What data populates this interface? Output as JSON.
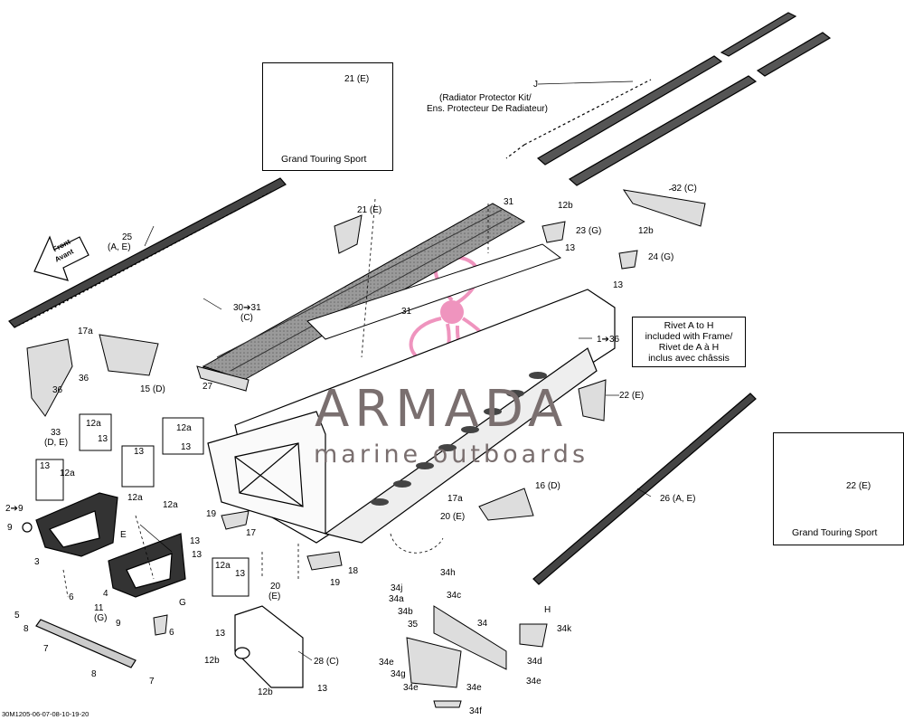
{
  "watermark": {
    "brand": "ARMADA",
    "tagline": "marine outboards",
    "logo_color": "#e23d8a"
  },
  "document_id": "30M1205-06-07-08-10-19-20",
  "front_arrow": {
    "en": "Front",
    "fr": "Avant"
  },
  "callout_boxes": {
    "top": {
      "part": "21 (E)",
      "title": "Grand Touring Sport"
    },
    "right": {
      "part": "22 (E)",
      "title": "Grand Touring Sport"
    }
  },
  "radiator_kit": {
    "letter": "J",
    "line1": "(Radiator Protector Kit/",
    "line2": "Ens. Protecteur De Radiateur)"
  },
  "rivet_note": {
    "line1": "Rivet A to H",
    "line2": "included with Frame/",
    "line3": "Rivet de A à H",
    "line4": "inclus avec châssis"
  },
  "labels": {
    "l25": "25",
    "l25sub": "(A, E)",
    "l21": "21 (E)",
    "l31a": "31",
    "l12b_a": "12b",
    "l23": "23 (G)",
    "l13_a": "13",
    "l32": "32 (C)",
    "l12b_b": "12b",
    "l24": "24 (G)",
    "l13_b": "13",
    "l30": "30➔31",
    "l30sub": "(C)",
    "l31b": "31",
    "l1_36": "1➔36",
    "l17a_a": "17a",
    "l36_a": "36",
    "l15": "15 (D)",
    "l27": "27",
    "l36_b": "36",
    "l33": "33",
    "l33sub": "(D, E)",
    "l22": "22 (E)",
    "l12a_1": "12a",
    "l13_1": "13",
    "l12a_2": "12a",
    "l13_2": "13",
    "l13_box3a": "13",
    "l12a_box3": "12a",
    "l13_box4": "13",
    "l12a_box4": "12a",
    "l2_9": "2➔9",
    "l9_a": "9",
    "l3": "3",
    "l12a_s": "12a",
    "l13_s": "13",
    "l19_a": "19",
    "l17": "17",
    "l13_c": "13",
    "l26": "26 (A, E)",
    "l16": "16 (D)",
    "l17a_b": "17a",
    "l20e": "20 (E)",
    "lE_a": "E",
    "l12a_box5": "12a",
    "l13_box5": "13",
    "l18": "18",
    "l19_b": "19",
    "l20": "20",
    "l20sub": "(E)",
    "l6_a": "6",
    "l4": "4",
    "l11": "11",
    "l11sub": "(G)",
    "l9_b": "9",
    "lG_a": "G",
    "l5": "5",
    "l8_a": "8",
    "l7_a": "7",
    "l6_b": "6",
    "l8_b": "8",
    "l7_b": "7",
    "l13_d": "13",
    "l12b_c": "12b",
    "l28": "28 (C)",
    "l12b_d": "12b",
    "l13_e": "13",
    "l34h": "34h",
    "l34j": "34j",
    "l34c": "34c",
    "l34a": "34a",
    "l34b": "34b",
    "l35": "35",
    "l34": "34",
    "lH": "H",
    "l34k": "34k",
    "l34e_a": "34e",
    "l34g": "34g",
    "l34e_b": "34e",
    "l34e_c": "34e",
    "l34d": "34d",
    "l34e_d": "34e",
    "l34f": "34f"
  }
}
